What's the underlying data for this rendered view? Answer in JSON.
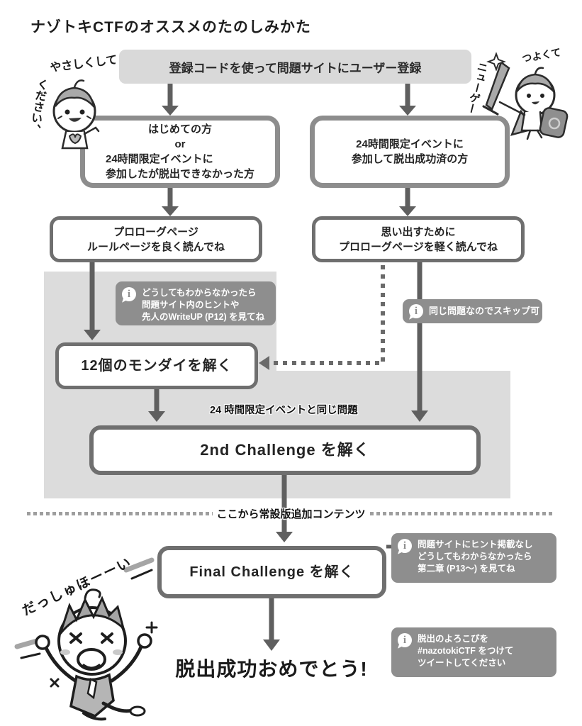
{
  "title": "ナゾトキCTFのオススメのたのしみかた",
  "colors": {
    "panel": "#dcdcdc",
    "register_box_fill": "#d9d9d9",
    "callout_fill": "#8e8e8e",
    "box_border": "#6f6f6f",
    "branch_border": "#8d8d8d",
    "arrow": "#5f5f5f"
  },
  "icons": {
    "info_glyph": "i"
  },
  "nodes": {
    "register": "登録コードを使って問題サイトにユーザー登録",
    "branch_left": {
      "lines": [
        "はじめての方",
        "or",
        "24時間限定イベントに",
        "参加したが脱出できなかった方"
      ]
    },
    "branch_right": {
      "lines": [
        "24時間限定イベントに",
        "参加して脱出成功済の方"
      ]
    },
    "prologue_left": {
      "lines": [
        "プロローグページ",
        "ルールページを良く読んでね"
      ]
    },
    "prologue_right": {
      "lines": [
        "思い出すために",
        "プロローグページを軽く読んでね"
      ]
    },
    "solve_puzzles": "12個のモンダイを解く",
    "second_challenge": "2nd Challenge を解く",
    "final_challenge": "Final Challenge を解く",
    "congrats": "脱出成功おめでとう!"
  },
  "labels": {
    "same_as_event": "24 時間限定イベントと同じ問題",
    "divider": "ここから常設版追加コンテンツ"
  },
  "callouts": {
    "hint_writeup": {
      "lines": [
        "どうしてもわからなかったら",
        "問題サイト内のヒントや",
        "先人のWriteUP (P12) を見てね"
      ]
    },
    "skip": {
      "lines": [
        "同じ問題なのでスキップ可"
      ]
    },
    "final_hint": {
      "lines": [
        "問題サイトにヒント掲載なし",
        "どうしてもわからなかったら",
        "第二章 (P13〜) を見てね"
      ]
    },
    "tweet": {
      "lines": [
        "脱出のよろこびを",
        "#nazotokiCTF をつけて",
        "ツイートしてください"
      ]
    }
  },
  "mascots": {
    "top_left": {
      "arc_text": "やさしくして",
      "vertical_text": "ください、"
    },
    "top_right": {
      "top_text": "つよくて",
      "vertical_text": "ニューゲー"
    },
    "bottom_left": {
      "text": "だっしゅほーーい"
    }
  }
}
